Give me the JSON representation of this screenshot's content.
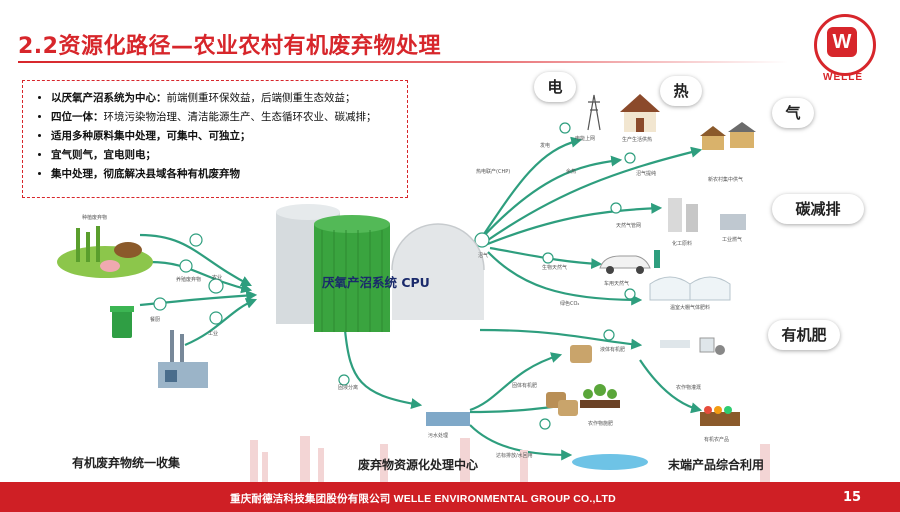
{
  "title": "2.2资源化路径—农业农村有机废弃物处理",
  "logo": {
    "text": "WELLE",
    "glyph": "W"
  },
  "bullets": [
    {
      "bold": "以厌氧产沼系统为中心：",
      "rest": "前端侧重环保效益，后端侧重生态效益；"
    },
    {
      "bold": "四位一体：",
      "rest": "环境污染物治理、清洁能源生产、生态循环农业、碳减排；"
    },
    {
      "bold": "适用多种原料集中处理，可集中、可独立；",
      "rest": ""
    },
    {
      "bold": "宜气则气，宜电则电；",
      "rest": ""
    },
    {
      "bold": "集中处理，彻底解决县域各种有机废弃物",
      "rest": ""
    }
  ],
  "tags": {
    "electricity": "电",
    "heat": "热",
    "gas": "气",
    "carbon": "碳减排",
    "fertilizer": "有机肥"
  },
  "system_label": "厌氧产沼系统 CPU",
  "small_labels": {
    "planting": "种植废弃物",
    "breeding": "养殖废弃物",
    "rural": "农业",
    "kitchen": "餐厨",
    "industry": "工业",
    "grid": "电能上网",
    "power": "发电",
    "chp": "热电联产(CHP)",
    "biogas_use": "沼气",
    "residue": "余热",
    "town_heat": "生产生活供热",
    "gas_supply": "沼气提纯",
    "rural_gas": "新农村集中供气",
    "gas_pipe": "天然气管网",
    "chem": "化工原料",
    "industrial_gas": "工业燃气",
    "vehicle_gas": "车用天然气",
    "cng": "生物天然气",
    "co2": "绿色CO₂",
    "greenhouse": "温室大棚气体肥料",
    "liquid_fert": "液体有机肥",
    "solid_sep": "固液分离",
    "solid_fert": "固体有机肥",
    "water_fert": "农作物灌溉",
    "soil": "农作物施肥",
    "products": "有机农产品",
    "wastewater": "污水处理",
    "discharge": "达标排放/水回用"
  },
  "bottom_labels": {
    "collect": "有机废弃物统一收集",
    "center": "废弃物资源化处理中心",
    "use": "末端产品综合利用"
  },
  "footer": {
    "company": "重庆耐德洁科技集团股份有限公司 WELLE ENVIRONMENTAL GROUP CO.,LTD",
    "page": "15"
  },
  "colors": {
    "accent": "#d7262b",
    "flow": "#2e9e7e",
    "tank_green": "#3aa43f"
  }
}
